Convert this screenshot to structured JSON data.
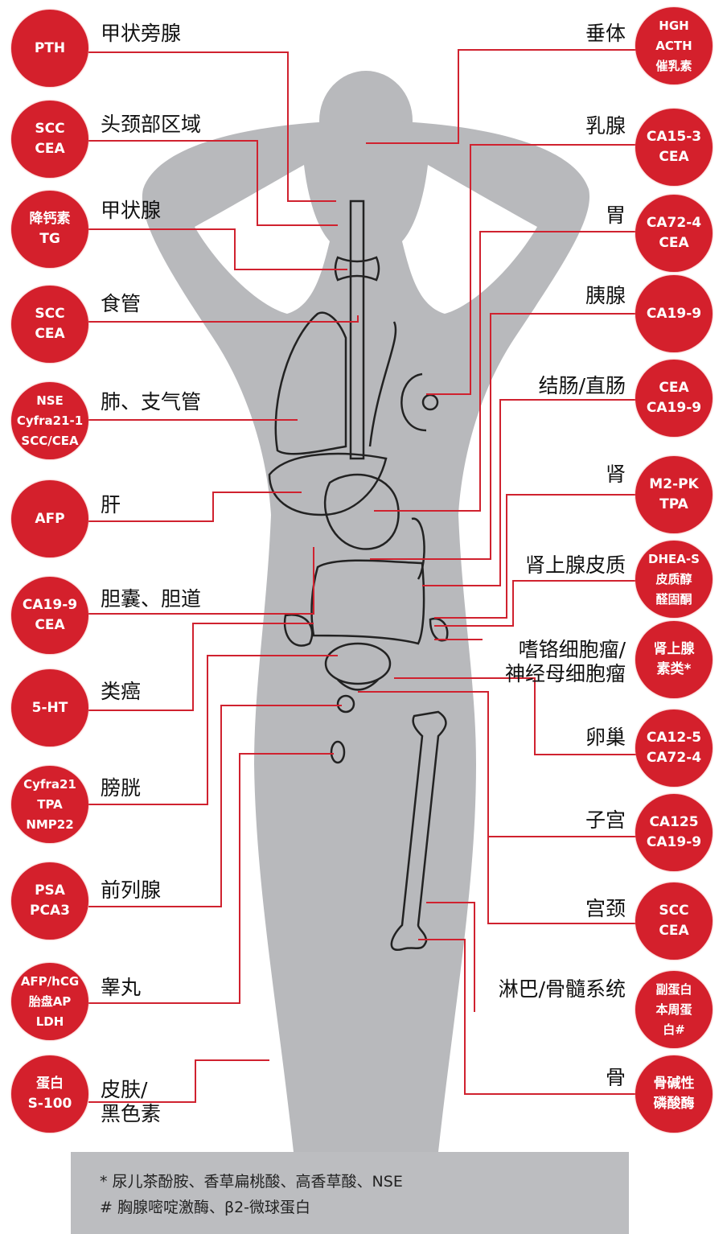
{
  "left_items": [
    {
      "label": [
        "甲状旁腺"
      ],
      "markers": [
        "PTH"
      ]
    },
    {
      "label": [
        "头颈部区域"
      ],
      "markers": [
        "SCC",
        "CEA"
      ]
    },
    {
      "label": [
        "甲状腺"
      ],
      "markers": [
        "降钙素",
        "TG"
      ]
    },
    {
      "label": [
        "食管"
      ],
      "markers": [
        "SCC",
        "CEA"
      ]
    },
    {
      "label": [
        "肺、支气管"
      ],
      "markers": [
        "NSE",
        "Cyfra21-1",
        "SCC/CEA"
      ]
    },
    {
      "label": [
        "肝"
      ],
      "markers": [
        "AFP"
      ]
    },
    {
      "label": [
        "胆囊、胆道"
      ],
      "markers": [
        "CA19-9",
        "CEA"
      ]
    },
    {
      "label": [
        "类癌"
      ],
      "markers": [
        "5-HT"
      ]
    },
    {
      "label": [
        "膀胱"
      ],
      "markers": [
        "Cyfra21",
        "TPA",
        "NMP22"
      ]
    },
    {
      "label": [
        "前列腺"
      ],
      "markers": [
        "PSA",
        "PCA3"
      ]
    },
    {
      "label": [
        "睾丸"
      ],
      "markers": [
        "AFP/hCG",
        "胎盘AP",
        "LDH"
      ]
    },
    {
      "label": [
        "皮肤/",
        "黑色素"
      ],
      "markers": [
        "蛋白",
        "S-100"
      ]
    }
  ],
  "right_items": [
    {
      "label": [
        "垂体"
      ],
      "markers": [
        "HGH",
        "ACTH",
        "催乳素"
      ]
    },
    {
      "label": [
        "乳腺"
      ],
      "markers": [
        "CA15-3",
        "CEA"
      ]
    },
    {
      "label": [
        "胃"
      ],
      "markers": [
        "CA72-4",
        "CEA"
      ]
    },
    {
      "label": [
        "胰腺"
      ],
      "markers": [
        "CA19-9"
      ]
    },
    {
      "label": [
        "结肠/直肠"
      ],
      "markers": [
        "CEA",
        "CA19-9"
      ]
    },
    {
      "label": [
        "肾"
      ],
      "markers": [
        "M2-PK",
        "TPA"
      ]
    },
    {
      "label": [
        "肾上腺皮质"
      ],
      "markers": [
        "DHEA-S",
        "皮质醇",
        "醛固酮"
      ]
    },
    {
      "label": [
        "嗜铬细胞瘤/",
        "神经母细胞瘤"
      ],
      "markers": [
        "肾上腺",
        "素类*"
      ]
    },
    {
      "label": [
        "卵巢"
      ],
      "markers": [
        "CA12-5",
        "CA72-4"
      ]
    },
    {
      "label": [
        "子宫"
      ],
      "markers": [
        "CA125",
        "CA19-9"
      ]
    },
    {
      "label": [
        "宫颈"
      ],
      "markers": [
        "SCC",
        "CEA"
      ]
    },
    {
      "label": [
        "淋巴/骨髓系统"
      ],
      "markers": [
        "副蛋白",
        "本周蛋",
        "白#"
      ]
    },
    {
      "label": [
        "骨"
      ],
      "markers": [
        "骨碱性",
        "磷酸酶"
      ]
    }
  ],
  "footnotes": [
    "* 尿儿茶酚胺、香草扁桃酸、高香草酸、NSE",
    "# 胸腺嘧啶激酶、β2-微球蛋白"
  ],
  "colors": {
    "marker": "#d4202c",
    "body": "#b8b9bc",
    "line": "#d0222f"
  }
}
